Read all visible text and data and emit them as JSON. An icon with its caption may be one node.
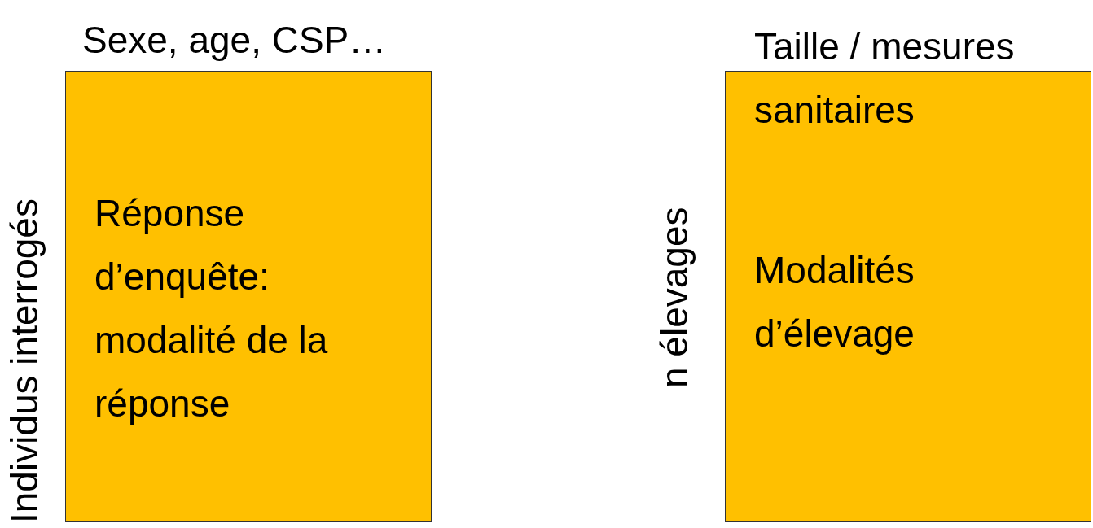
{
  "diagram": {
    "nodes": [
      {
        "text": [
          "Sexe, age, CSP…",
          "Réponse d’enquête: modalité de la réponse"
        ],
        "beside": [
          "Individus interrogés"
        ]
      },
      {
        "text": [
          "Taille / mesures sanitaires",
          "Modalités d’élevage"
        ],
        "beside": [
          "n élevages"
        ]
      }
    ]
  }
}
